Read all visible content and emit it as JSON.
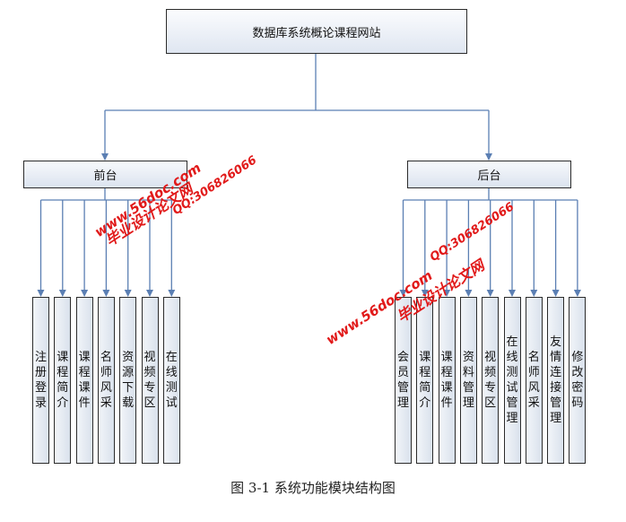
{
  "root": {
    "label": "数据库系统概论课程网站"
  },
  "front": {
    "label": "前台",
    "items": [
      "注册登录",
      "课程简介",
      "课程课件",
      "名师风采",
      "资源下载",
      "视频专区",
      "在线测试"
    ]
  },
  "back": {
    "label": "后台",
    "items": [
      "会员管理",
      "课程简介",
      "课程课件",
      "资料管理",
      "视频专区",
      "在线测试管理",
      "名师风采",
      "友情连接管理",
      "修改密码"
    ]
  },
  "caption": "图 3-1  系统功能模块结构图",
  "watermark": {
    "left_site": "www.56doc.com",
    "left_name": "毕业设计论文网",
    "left_qq": "QQ:306826066",
    "right_site": "www.56doc.com",
    "right_name": "毕业设计论文网",
    "right_qq": "QQ:306826066"
  },
  "colors": {
    "connector": "#5b7fb3",
    "border": "#2b2b2b",
    "watermark": "#e11a1a"
  }
}
